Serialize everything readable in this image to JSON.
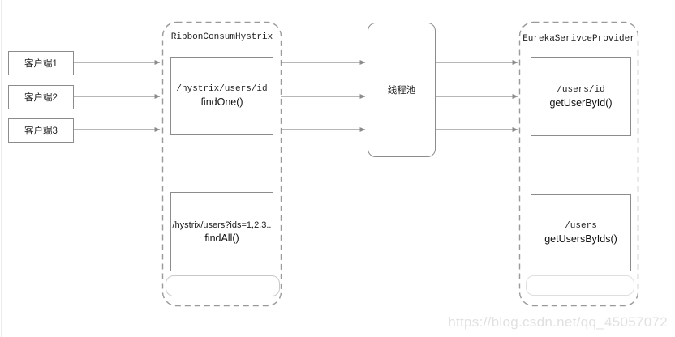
{
  "clients": [
    {
      "label": "客户端1"
    },
    {
      "label": "客户端2"
    },
    {
      "label": "客户端3"
    }
  ],
  "ribbon": {
    "title": "RibbonConsumHystrix",
    "endpoints": [
      {
        "path": "/hystrix/users/id",
        "method": "findOne()"
      },
      {
        "path": "/hystrix/users?ids=1,2,3..",
        "method": "findAll()"
      }
    ]
  },
  "pool": {
    "label": "线程池"
  },
  "eureka": {
    "title": "EurekaSerivceProvider",
    "endpoints": [
      {
        "path": "/users/id",
        "method": "getUserById()"
      },
      {
        "path": "/users",
        "method": "getUsersByIds()"
      }
    ]
  },
  "watermark": {
    "text": "https://blog.csdn.net/qq_45057072"
  },
  "colors": {
    "line": "#8c8c8c",
    "dashed_border": "#9a9a9a",
    "box_border": "#8c8c8c",
    "text": "#1c1c1c",
    "watermark": "#e1e1e1"
  }
}
